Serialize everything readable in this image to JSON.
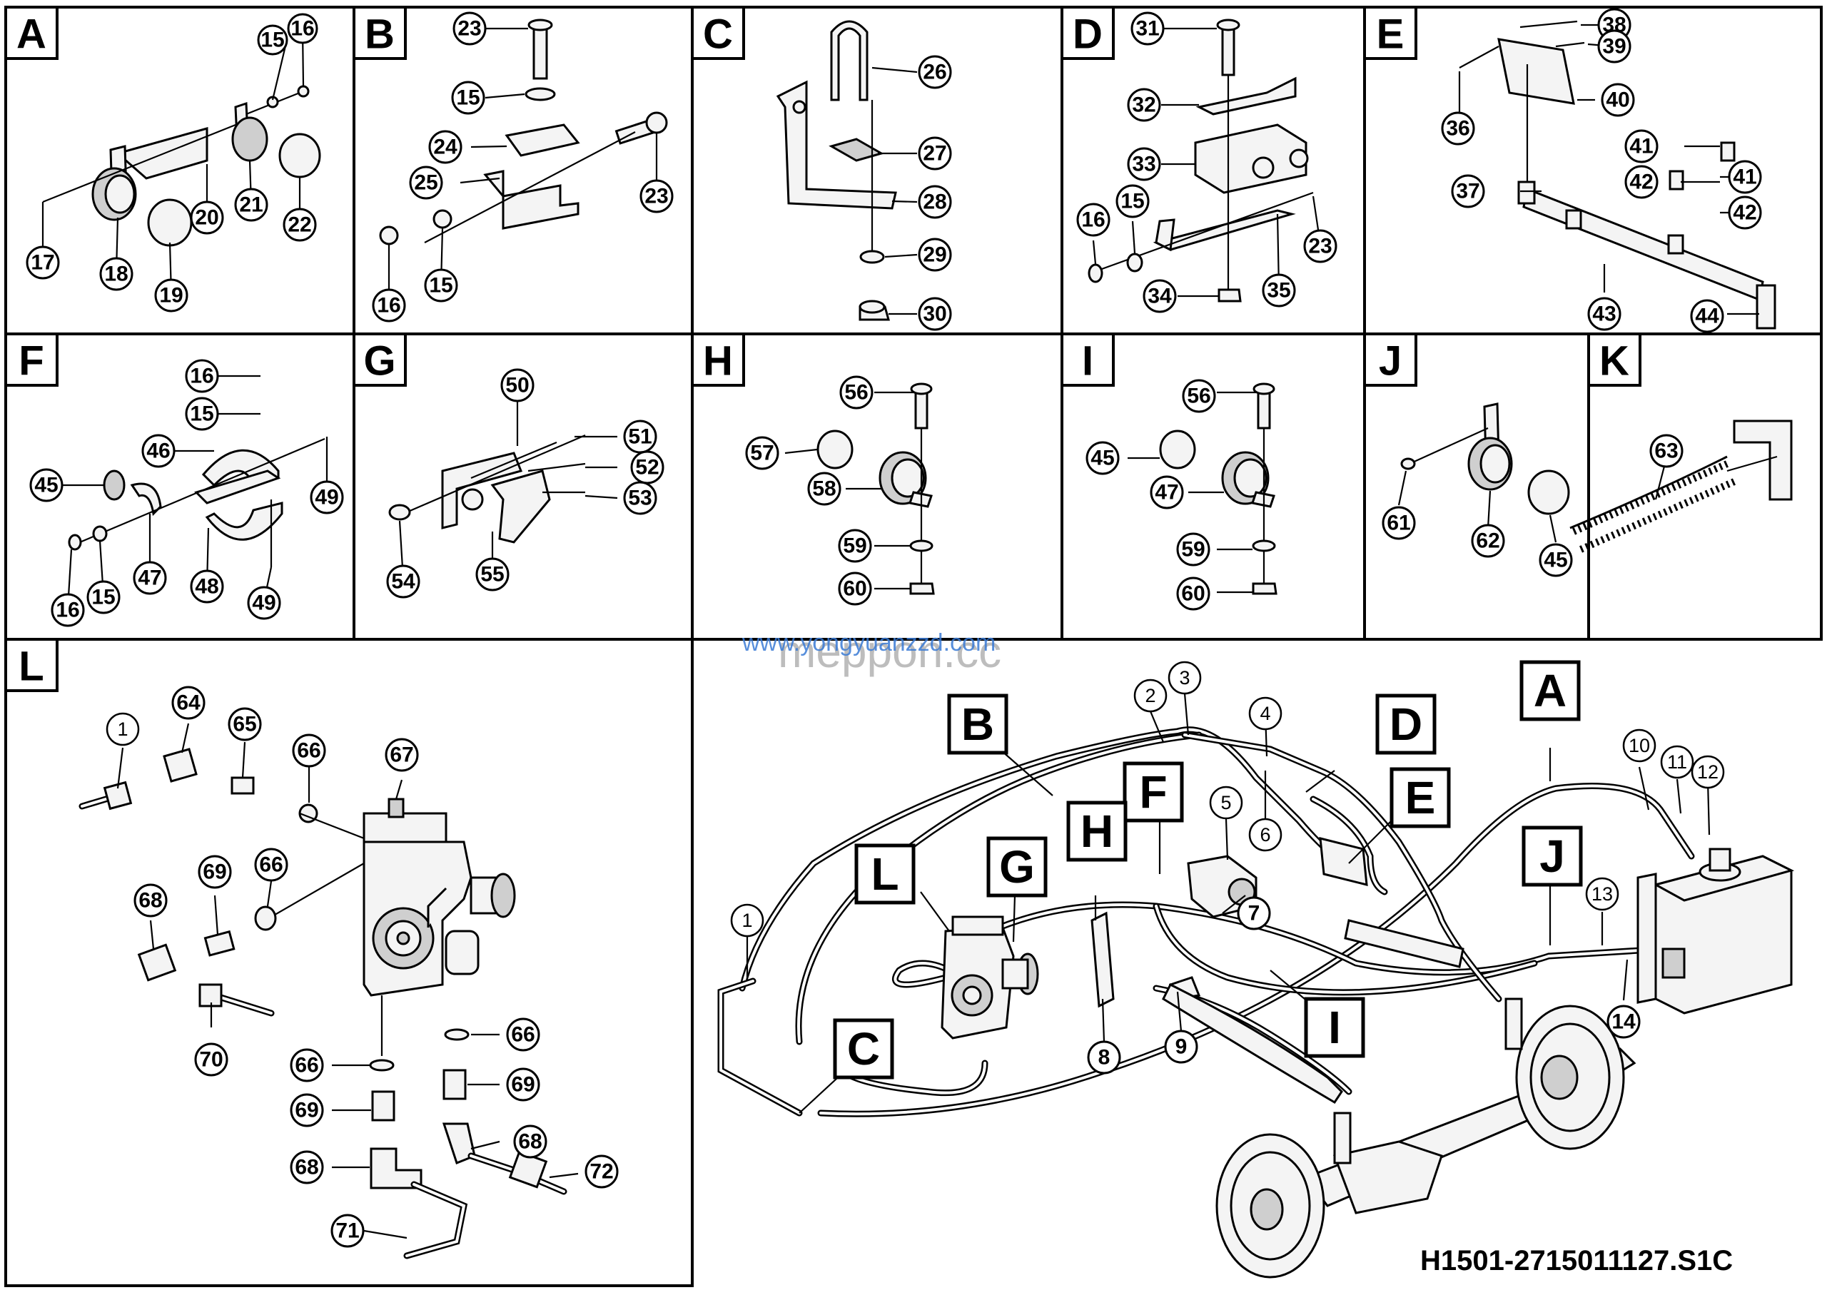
{
  "panels": [
    {
      "id": "A",
      "callouts": [
        "15",
        "16",
        "17",
        "18",
        "19",
        "20",
        "21",
        "22"
      ]
    },
    {
      "id": "B",
      "callouts": [
        "23",
        "15",
        "24",
        "25",
        "23",
        "16",
        "15"
      ]
    },
    {
      "id": "C",
      "callouts": [
        "26",
        "27",
        "28",
        "29",
        "30"
      ]
    },
    {
      "id": "D",
      "callouts": [
        "31",
        "32",
        "33",
        "15",
        "16",
        "23",
        "34",
        "35"
      ]
    },
    {
      "id": "E",
      "callouts": [
        "38",
        "39",
        "40",
        "36",
        "41",
        "42",
        "41",
        "42",
        "37",
        "43",
        "44"
      ]
    },
    {
      "id": "F",
      "callouts": [
        "16",
        "15",
        "46",
        "45",
        "49",
        "47",
        "48",
        "16",
        "15",
        "49"
      ]
    },
    {
      "id": "G",
      "callouts": [
        "50",
        "51",
        "52",
        "53",
        "54",
        "55"
      ]
    },
    {
      "id": "H",
      "callouts": [
        "56",
        "57",
        "58",
        "59",
        "60"
      ]
    },
    {
      "id": "I",
      "callouts": [
        "56",
        "45",
        "47",
        "59",
        "60"
      ]
    },
    {
      "id": "J",
      "callouts": [
        "61",
        "62",
        "45"
      ]
    },
    {
      "id": "K",
      "callouts": [
        "63"
      ]
    },
    {
      "id": "L",
      "callouts": [
        "1",
        "64",
        "65",
        "66",
        "67",
        "66",
        "68",
        "69",
        "70",
        "66",
        "66",
        "69",
        "69",
        "68",
        "68",
        "71",
        "72"
      ]
    }
  ],
  "overview": {
    "section_labels": [
      "A",
      "B",
      "C",
      "D",
      "E",
      "F",
      "G",
      "H",
      "I",
      "J",
      "L"
    ],
    "callouts": [
      "1",
      "2",
      "3",
      "4",
      "5",
      "6",
      "7",
      "8",
      "9",
      "10",
      "11",
      "12",
      "13",
      "14"
    ]
  },
  "watermark_top": "www.yongyuanzzd.com",
  "watermark_bottom": "meppon.cc",
  "drawing_code": "H1501-2715011127.S1C"
}
